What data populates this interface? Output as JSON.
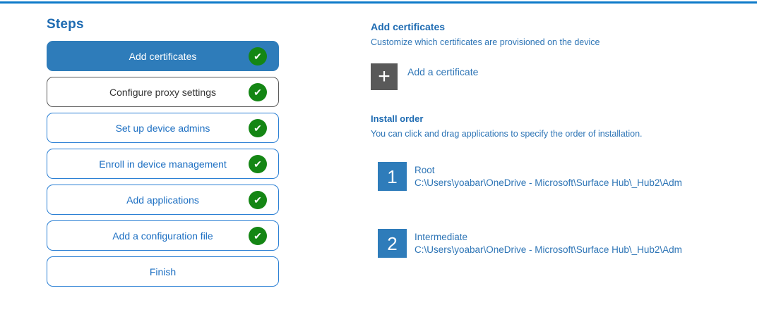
{
  "colors": {
    "accent_blue": "#2e7cba",
    "border_blue": "#2a7fd4",
    "link_blue": "#1b6ec2",
    "heading_blue": "#1e6bb2",
    "success_green": "#148614",
    "tile_gray": "#595959",
    "visited_border_gray": "#5a5a5a",
    "top_rule_blue": "#0d7ac9"
  },
  "icons": {
    "check_glyph": "✔",
    "plus_glyph": "+"
  },
  "sidebar": {
    "title": "Steps",
    "steps": [
      {
        "label": "Add certificates",
        "completed": true,
        "active": true
      },
      {
        "label": "Configure proxy settings",
        "completed": true,
        "active": false
      },
      {
        "label": "Set up device admins",
        "completed": true,
        "active": false
      },
      {
        "label": "Enroll in device management",
        "completed": true,
        "active": false
      },
      {
        "label": "Add applications",
        "completed": true,
        "active": false
      },
      {
        "label": "Add a configuration file",
        "completed": true,
        "active": false
      },
      {
        "label": "Finish",
        "completed": false,
        "active": false
      }
    ]
  },
  "content": {
    "title": "Add certificates",
    "subtitle": "Customize which certificates are provisioned on the device",
    "add_certificate_label": "Add a certificate",
    "install_order": {
      "title": "Install order",
      "subtitle": "You can click and drag applications to specify the order of installation.",
      "items": [
        {
          "order": "1",
          "name": "Root",
          "path": "C:\\Users\\yoabar\\OneDrive - Microsoft\\Surface Hub\\_Hub2\\Adm"
        },
        {
          "order": "2",
          "name": "Intermediate",
          "path": "C:\\Users\\yoabar\\OneDrive - Microsoft\\Surface Hub\\_Hub2\\Adm"
        }
      ]
    }
  }
}
